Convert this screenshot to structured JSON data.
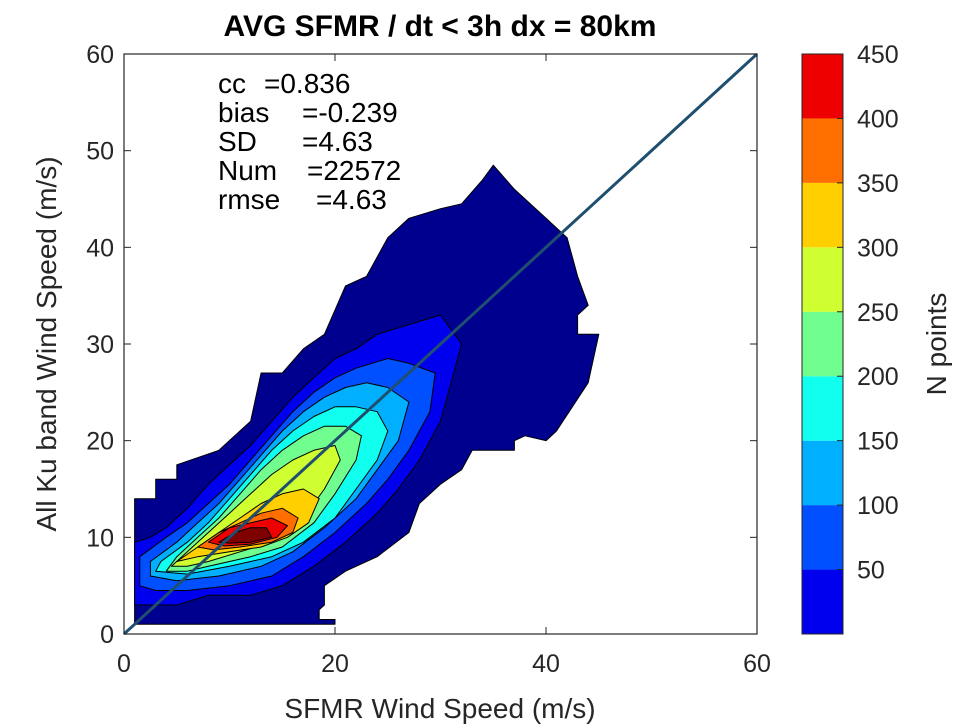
{
  "chart_data": {
    "type": "heatmap",
    "subtype": "filled-contour",
    "title": "AVG SFMR / dt < 3h dx = 80km",
    "xlabel": "SFMR Wind Speed (m/s)",
    "ylabel": "All Ku band Wind Speed (m/s)",
    "xlim": [
      0,
      60
    ],
    "ylim": [
      0,
      60
    ],
    "xticks": [
      0,
      20,
      40,
      60
    ],
    "yticks": [
      0,
      10,
      20,
      30,
      40,
      50,
      60
    ],
    "colorbar": {
      "label": "N points",
      "range": [
        0,
        450
      ],
      "ticks": [
        50,
        100,
        150,
        200,
        250,
        300,
        350,
        400,
        450
      ],
      "levels": [
        0,
        50,
        100,
        150,
        200,
        250,
        300,
        350,
        400,
        450
      ],
      "colors": [
        "#00008f",
        "#0000ef",
        "#0050ff",
        "#00b0ff",
        "#10ffef",
        "#70ff8f",
        "#cfff30",
        "#ffcf00",
        "#ff6f00",
        "#ef0000",
        "#7f0000"
      ]
    },
    "statistics": [
      {
        "label": "cc",
        "value": "=0.836"
      },
      {
        "label": "bias",
        "value": "=-0.239"
      },
      {
        "label": "SD",
        "value": "=4.63"
      },
      {
        "label": "Num",
        "value": "=22572"
      },
      {
        "label": "rmse",
        "value": "=4.63"
      }
    ],
    "reference_line": {
      "type": "one-to-one",
      "x": [
        0,
        60
      ],
      "y": [
        0,
        60
      ],
      "color": "#1f4f6f"
    },
    "contours": [
      {
        "level": 0,
        "fill": "#00008f",
        "polygon": [
          [
            1,
            1
          ],
          [
            1,
            14
          ],
          [
            3,
            14
          ],
          [
            3,
            16
          ],
          [
            5,
            16
          ],
          [
            5,
            17.5
          ],
          [
            9,
            19
          ],
          [
            12,
            22
          ],
          [
            13,
            27
          ],
          [
            15,
            27
          ],
          [
            17,
            29.5
          ],
          [
            19,
            31
          ],
          [
            21,
            36
          ],
          [
            23,
            37
          ],
          [
            25,
            41
          ],
          [
            27,
            43
          ],
          [
            30,
            44
          ],
          [
            32,
            44.5
          ],
          [
            34,
            47
          ],
          [
            35,
            48.5
          ],
          [
            37,
            46
          ],
          [
            40,
            43
          ],
          [
            42,
            41
          ],
          [
            43,
            37
          ],
          [
            44,
            34
          ],
          [
            43,
            33
          ],
          [
            43,
            31
          ],
          [
            45,
            31
          ],
          [
            44,
            26
          ],
          [
            41,
            21
          ],
          [
            40,
            20
          ],
          [
            38,
            20.5
          ],
          [
            37,
            20
          ],
          [
            37,
            19
          ],
          [
            33,
            19
          ],
          [
            32,
            17
          ],
          [
            30,
            15.5
          ],
          [
            28,
            13.5
          ],
          [
            27,
            10.5
          ],
          [
            24,
            8
          ],
          [
            21,
            6.5
          ],
          [
            19,
            5
          ],
          [
            19,
            3
          ],
          [
            18.5,
            2.5
          ],
          [
            18.5,
            1.5
          ],
          [
            20,
            1.5
          ],
          [
            20,
            1
          ]
        ]
      },
      {
        "level": 50,
        "fill": "#0000ef",
        "polygon": [
          [
            1,
            3
          ],
          [
            1,
            9.5
          ],
          [
            2.5,
            10
          ],
          [
            4,
            11
          ],
          [
            6,
            13
          ],
          [
            8,
            15.5
          ],
          [
            10,
            17.5
          ],
          [
            12,
            19.5
          ],
          [
            14,
            22
          ],
          [
            16,
            24.5
          ],
          [
            18,
            26.5
          ],
          [
            20,
            28.5
          ],
          [
            22,
            29.5
          ],
          [
            24,
            31
          ],
          [
            27,
            32
          ],
          [
            30,
            33
          ],
          [
            32,
            30
          ],
          [
            31,
            26
          ],
          [
            30,
            22
          ],
          [
            28,
            18
          ],
          [
            26,
            15
          ],
          [
            24,
            12.5
          ],
          [
            21,
            9.5
          ],
          [
            18,
            7
          ],
          [
            15,
            5
          ],
          [
            12,
            4
          ],
          [
            8,
            4
          ],
          [
            5,
            3
          ]
        ]
      },
      {
        "level": 100,
        "fill": "#0050ff",
        "polygon": [
          [
            1.5,
            5
          ],
          [
            1.5,
            8
          ],
          [
            4,
            10
          ],
          [
            6,
            11.5
          ],
          [
            8,
            13.5
          ],
          [
            10,
            15.5
          ],
          [
            12,
            18
          ],
          [
            14,
            20.5
          ],
          [
            16,
            23
          ],
          [
            18,
            25
          ],
          [
            20,
            26.5
          ],
          [
            22,
            27.5
          ],
          [
            25,
            28.5
          ],
          [
            27,
            28
          ],
          [
            29.5,
            27
          ],
          [
            29,
            23
          ],
          [
            27,
            19
          ],
          [
            25,
            16
          ],
          [
            23,
            13.5
          ],
          [
            20,
            10.5
          ],
          [
            17,
            8
          ],
          [
            14,
            6
          ],
          [
            10,
            5
          ],
          [
            6,
            4.5
          ],
          [
            3,
            4.5
          ]
        ]
      },
      {
        "level": 150,
        "fill": "#00b0ff",
        "polygon": [
          [
            2.5,
            6
          ],
          [
            2.5,
            7.5
          ],
          [
            5,
            9.5
          ],
          [
            7,
            11.5
          ],
          [
            9,
            13.5
          ],
          [
            11,
            16
          ],
          [
            13,
            18.5
          ],
          [
            15,
            21
          ],
          [
            17,
            23
          ],
          [
            19,
            24.5
          ],
          [
            21,
            25.5
          ],
          [
            23,
            26
          ],
          [
            25,
            25.5
          ],
          [
            27,
            24
          ],
          [
            26,
            20
          ],
          [
            24,
            17
          ],
          [
            22,
            14
          ],
          [
            19,
            11
          ],
          [
            16,
            8.5
          ],
          [
            13,
            7
          ],
          [
            9,
            6
          ],
          [
            5,
            5.5
          ]
        ]
      },
      {
        "level": 200,
        "fill": "#10ffef",
        "polygon": [
          [
            3,
            6.5
          ],
          [
            3.5,
            7.5
          ],
          [
            6,
            9.5
          ],
          [
            8,
            11.5
          ],
          [
            10,
            14
          ],
          [
            12,
            16.5
          ],
          [
            14,
            19
          ],
          [
            16,
            21
          ],
          [
            18,
            22.5
          ],
          [
            20,
            23.5
          ],
          [
            22,
            23.5
          ],
          [
            24,
            23
          ],
          [
            25,
            21
          ],
          [
            24,
            18
          ],
          [
            22,
            15
          ],
          [
            20,
            12
          ],
          [
            17,
            9.5
          ],
          [
            14,
            8
          ],
          [
            10,
            7
          ],
          [
            6,
            6.2
          ]
        ]
      },
      {
        "level": 250,
        "fill": "#70ff8f",
        "polygon": [
          [
            4,
            6.5
          ],
          [
            5,
            8
          ],
          [
            7,
            10
          ],
          [
            9,
            12
          ],
          [
            11,
            14.5
          ],
          [
            13,
            17
          ],
          [
            15,
            19
          ],
          [
            17,
            20.5
          ],
          [
            19,
            21.5
          ],
          [
            21,
            21.5
          ],
          [
            22.5,
            20.5
          ],
          [
            22,
            18
          ],
          [
            20,
            14.5
          ],
          [
            18,
            11.5
          ],
          [
            15,
            9
          ],
          [
            12,
            8
          ],
          [
            8,
            7
          ],
          [
            6,
            6.5
          ]
        ]
      },
      {
        "level": 300,
        "fill": "#cfff30",
        "polygon": [
          [
            4.5,
            7
          ],
          [
            6,
            8.5
          ],
          [
            8,
            10.5
          ],
          [
            10,
            12.5
          ],
          [
            12,
            14.5
          ],
          [
            14,
            16.5
          ],
          [
            16,
            18
          ],
          [
            18,
            19
          ],
          [
            20,
            19.5
          ],
          [
            20.5,
            18
          ],
          [
            19,
            15
          ],
          [
            17,
            12
          ],
          [
            14,
            9.5
          ],
          [
            11,
            8.5
          ],
          [
            8,
            7.5
          ],
          [
            6,
            7
          ]
        ]
      },
      {
        "level": 350,
        "fill": "#ffcf00",
        "polygon": [
          [
            5,
            7.5
          ],
          [
            7,
            9
          ],
          [
            9,
            10.5
          ],
          [
            11,
            12
          ],
          [
            13,
            13.5
          ],
          [
            15,
            14.5
          ],
          [
            17,
            15
          ],
          [
            18.5,
            14
          ],
          [
            17.5,
            11.5
          ],
          [
            15.5,
            10
          ],
          [
            13,
            9
          ],
          [
            10,
            8.5
          ],
          [
            7,
            8
          ]
        ]
      },
      {
        "level": 400,
        "fill": "#ff6f00",
        "polygon": [
          [
            7,
            9
          ],
          [
            9,
            10.5
          ],
          [
            11,
            11.5
          ],
          [
            13,
            12.5
          ],
          [
            15,
            13
          ],
          [
            16.5,
            12
          ],
          [
            16,
            10.5
          ],
          [
            14,
            9.5
          ],
          [
            11,
            9
          ],
          [
            8.5,
            8.7
          ]
        ]
      },
      {
        "level": 450,
        "fill": "#ef0000",
        "polygon": [
          [
            8,
            9.5
          ],
          [
            10,
            11
          ],
          [
            12,
            11.5
          ],
          [
            14,
            12
          ],
          [
            15.5,
            11.2
          ],
          [
            14.5,
            10
          ],
          [
            12,
            9.3
          ],
          [
            9.5,
            9.1
          ]
        ]
      },
      {
        "level": 500,
        "fill": "#7f0000",
        "polygon": [
          [
            9,
            9.5
          ],
          [
            10.5,
            10.5
          ],
          [
            12,
            11
          ],
          [
            13.5,
            11
          ],
          [
            14,
            10
          ],
          [
            12,
            9.5
          ],
          [
            10,
            9.4
          ]
        ]
      }
    ]
  }
}
